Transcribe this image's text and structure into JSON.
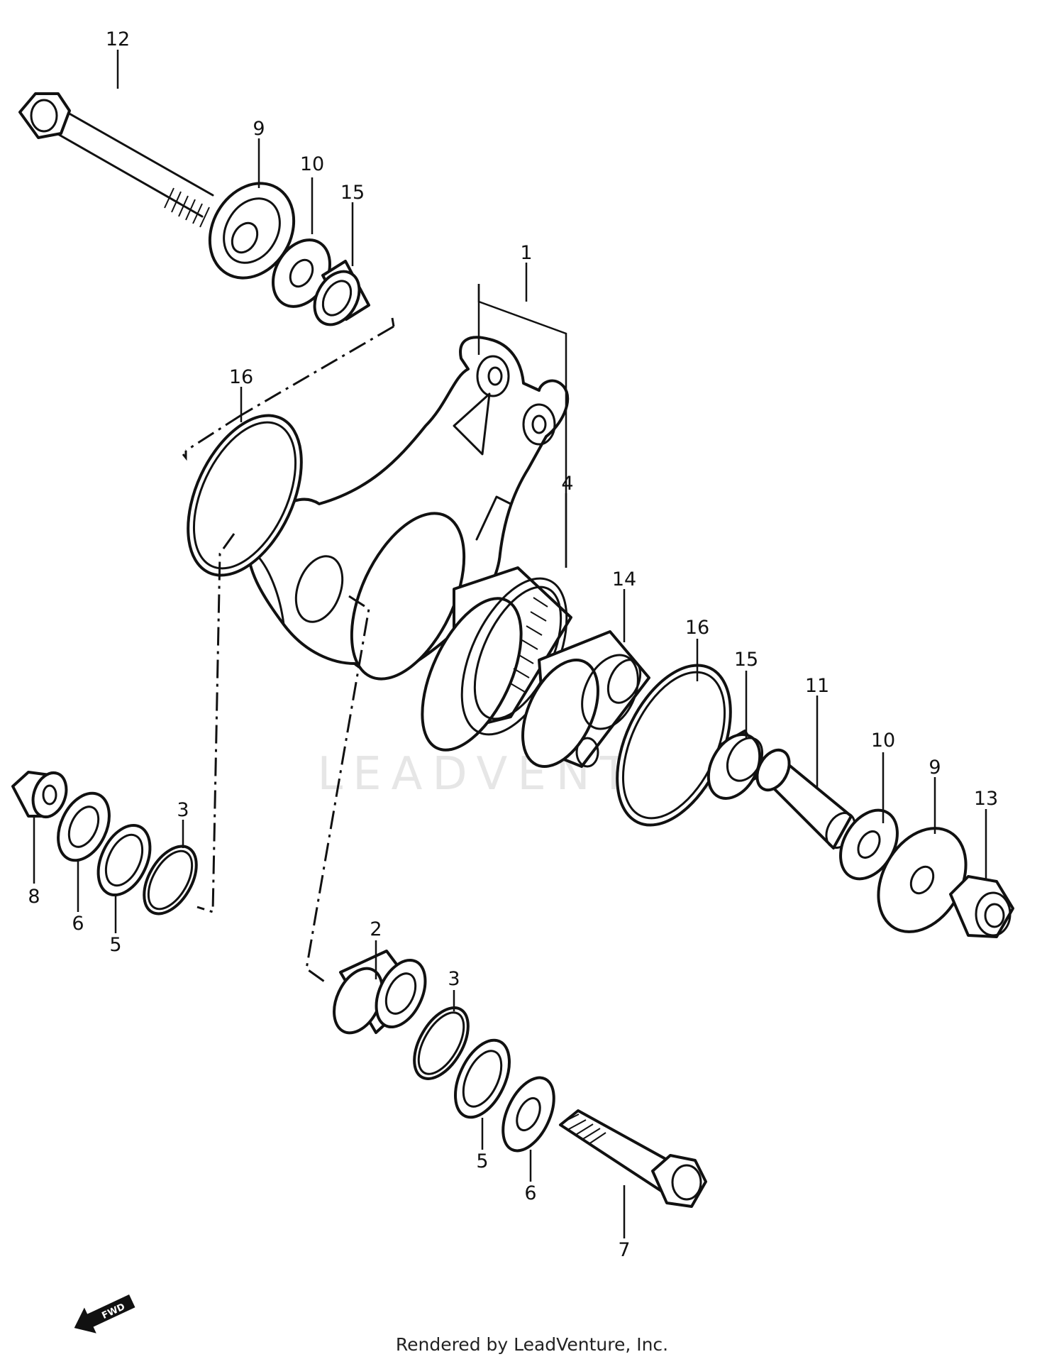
{
  "watermark": "LEADVENTURE",
  "fwd_label": "FWD",
  "footer": "Rendered by LeadVenture, Inc.",
  "callouts": {
    "c12": "12",
    "c9a": "9",
    "c10a": "10",
    "c15a": "15",
    "c1": "1",
    "c16a": "16",
    "c4": "4",
    "c14": "14",
    "c16b": "16",
    "c15b": "15",
    "c11": "11",
    "c10b": "10",
    "c9b": "9",
    "c13": "13",
    "c3a": "3",
    "c8": "8",
    "c6a": "6",
    "c5a": "5",
    "c2": "2",
    "c3b": "3",
    "c5b": "5",
    "c6b": "6",
    "c7": "7"
  }
}
